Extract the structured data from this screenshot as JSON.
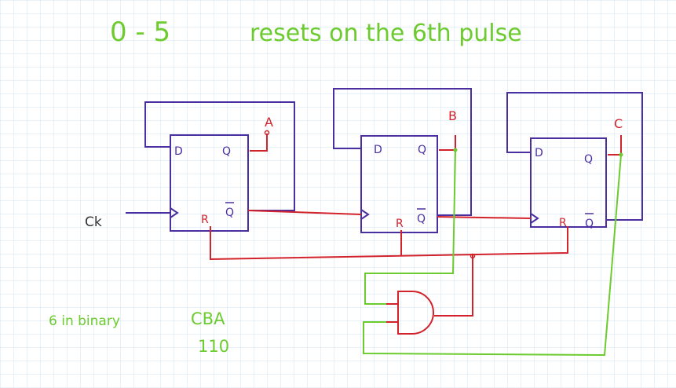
{
  "title": "0 - 5",
  "subtitle": "resets on the 6th pulse",
  "clock_label": "Ck",
  "flipflops": [
    {
      "d": "D",
      "q": "Q",
      "r": "R",
      "qbar": "Q",
      "output": "A"
    },
    {
      "d": "D",
      "q": "Q",
      "r": "R",
      "qbar": "Q",
      "output": "B"
    },
    {
      "d": "D",
      "q": "Q",
      "r": "R",
      "qbar": "Q",
      "output": "C"
    }
  ],
  "note_label": "6 in binary",
  "bits_header": "CBA",
  "bits_value": "110",
  "colors": {
    "grid": "#cfe3f4",
    "ink_green": "#6ccb2e",
    "ink_purple": "#4b2fa0",
    "ink_red": "#d2222b",
    "ink_dark": "#333333"
  }
}
